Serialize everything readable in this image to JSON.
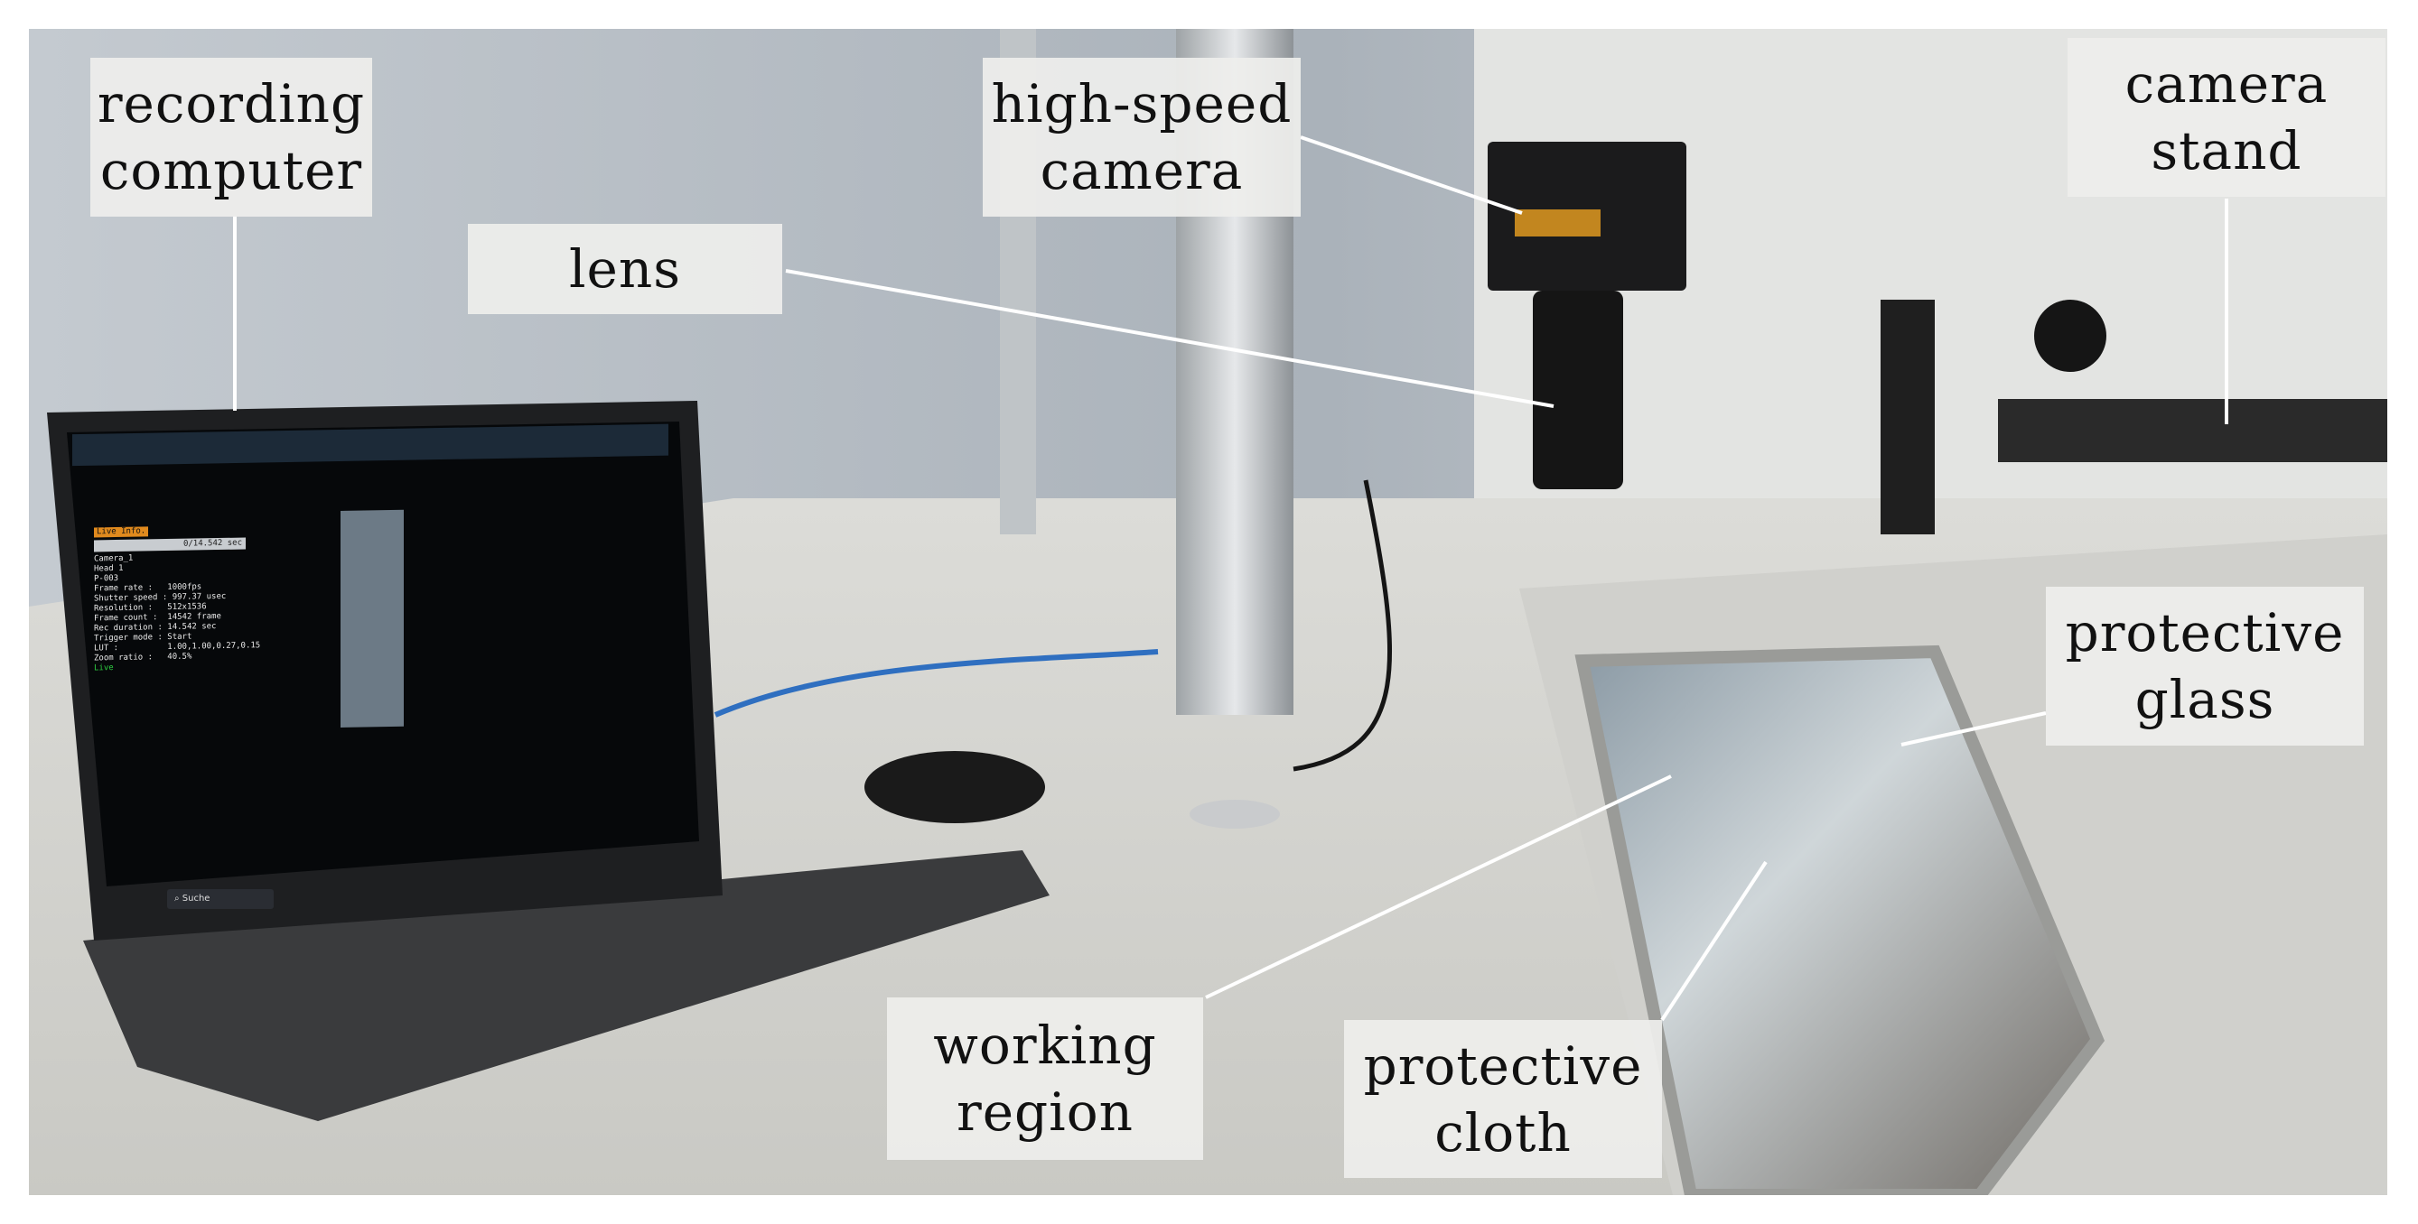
{
  "labels": {
    "recording_computer": [
      "recording",
      "computer"
    ],
    "high_speed_camera": [
      "high-speed",
      "camera"
    ],
    "camera_stand": [
      "camera",
      "stand"
    ],
    "lens": [
      "lens"
    ],
    "protective_glass": [
      "protective",
      "glass"
    ],
    "working_region": [
      "working",
      "region"
    ],
    "protective_cloth": [
      "protective",
      "cloth"
    ]
  },
  "laptop_screen": {
    "panel_title": "Live Info.",
    "timecode": "0/14.542 sec",
    "info_lines": [
      "Camera_1",
      "Head 1",
      "P-003",
      "Frame rate :   1000fps",
      "Shutter speed : 997.37 usec",
      "Resolution :   512x1536",
      "Frame count :  14542 frame",
      "Rec duration : 14.542 sec",
      "Trigger mode : Start",
      "LUT :          1.00,1.00,0.27,0.15",
      "Zoom ratio :   40.5%"
    ],
    "status": "Live",
    "taskbar_search": "Suche"
  },
  "colors": {
    "label_bg": "#eeeeec",
    "leader_line": "#ffffff",
    "wall": "#b9c0c6",
    "machine": "#d6d6d3",
    "laptop": "#2b2c2e"
  }
}
